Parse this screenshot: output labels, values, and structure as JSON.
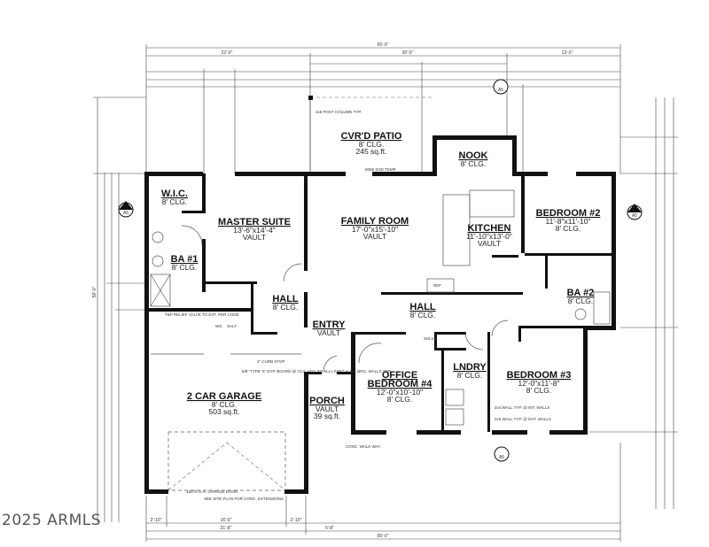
{
  "rooms": [
    {
      "name": "CVR'D PATIO",
      "lines": [
        "8' CLG.",
        "245 sq.ft."
      ]
    },
    {
      "name": "NOOK",
      "lines": [
        "8' CLG."
      ]
    },
    {
      "name": "W.I.C.",
      "lines": [
        "8' CLG."
      ]
    },
    {
      "name": "MASTER SUITE",
      "lines": [
        "13'-6\"x14'-4\"",
        "VAULT"
      ]
    },
    {
      "name": "FAMILY ROOM",
      "lines": [
        "17'-0\"x15'-10\"",
        "VAULT"
      ]
    },
    {
      "name": "KITCHEN",
      "lines": [
        "11'-10\"x13'-0\"",
        "VAULT"
      ]
    },
    {
      "name": "BEDROOM #2",
      "lines": [
        "11'-8\"x11'-10\"",
        "8' CLG."
      ]
    },
    {
      "name": "BA #1",
      "lines": [
        "8' CLG."
      ]
    },
    {
      "name": "BA #2",
      "lines": [
        "8' CLG."
      ]
    },
    {
      "name": "HALL",
      "lines": [
        "8' CLG."
      ]
    },
    {
      "name": "HALL",
      "lines": [
        "8' CLG."
      ]
    },
    {
      "name": "ENTRY",
      "lines": [
        "VAULT"
      ]
    },
    {
      "name": "OFFICE",
      "lines": [
        "BEDROOM #4",
        "12'-0\"x10'-10\"",
        "8' CLG."
      ]
    },
    {
      "name": "LNDRY",
      "lines": [
        "8' CLG."
      ]
    },
    {
      "name": "BEDROOM #3",
      "lines": [
        "12'-0\"x11'-8\"",
        "8' CLG."
      ]
    },
    {
      "name": "2 CAR GARAGE",
      "lines": [
        "8' CLG.",
        "503 sq.ft."
      ]
    },
    {
      "name": "PORCH",
      "lines": [
        "VAULT",
        "39 sq.ft."
      ]
    }
  ],
  "notes": {
    "post": "4x6 POST COLUMN TYP.",
    "relief": "T&P RELIEF VALVE TO EXT. PER CODE",
    "curb": "4\" CURB STOP",
    "gyp": "5/8\" TYPE 'X' GYP. BOARD @ CLG. ADJ. TO ALL LIVING & ALL BRG. WALLS TYP.",
    "walk": "CONC. WALK WAY",
    "garage_door": "16070 O.H. GARAGE DOOR",
    "site": "SEE SITE PLAN FOR CONC. EXTENSIONS",
    "wall_int": "2x4 WALL TYP. @ INT. WALLS",
    "wall_ext": "2x6 WALL TYP. @ EXT. WALLS",
    "door_slider": "6068 SGD TEMP",
    "ws": "WS",
    "salt": "SALT",
    "shlvs": "SHLVS",
    "ref": "REF"
  },
  "dimensions": {
    "top_overall": "65'-0\"",
    "top_row2": [
      "22'-0\"",
      "30'-0\"",
      "13'-0\""
    ],
    "bottom_overall": "65'-0\"",
    "bottom_row": [
      "21'-8\"",
      "5'-8\""
    ],
    "bottom_garage": [
      "2'-10\"",
      "16'-0\"",
      "2'-10\""
    ],
    "left_overall": "58'-0\""
  },
  "section_markers": [
    "A5",
    "A5",
    "A5",
    "A5"
  ],
  "watermark": "2025 ARMLS"
}
